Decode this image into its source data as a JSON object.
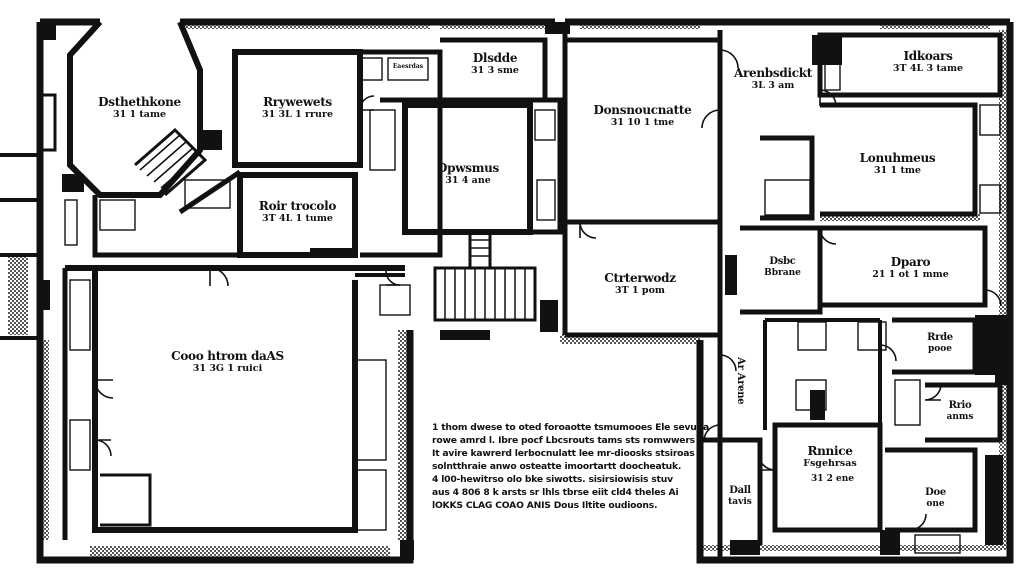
{
  "colors": {
    "wall": "#111111",
    "hatch": "#6b6b6b",
    "paper": "#ffffff"
  },
  "rooms": [
    {
      "id": "r1",
      "name": "Dsthethkone",
      "dims": "31 1 tame"
    },
    {
      "id": "r2",
      "name": "Rrywewets",
      "dims": "31 3L 1 rrure"
    },
    {
      "id": "r3",
      "name": "Dlsdde",
      "dims": "31 3 sme"
    },
    {
      "id": "r4",
      "name": "Donsnoucnatte",
      "dims": "31 10 1 tme"
    },
    {
      "id": "r5",
      "name": "Arenbsdickt",
      "dims": "3L 3 am"
    },
    {
      "id": "r6",
      "name": "Idkoars",
      "dims": "3T 4L 3 tame"
    },
    {
      "id": "r7",
      "name": "Dpwsmus",
      "dims": "31 4 ane"
    },
    {
      "id": "r8",
      "name": "Lonuhmeus",
      "dims": "31 1 tme"
    },
    {
      "id": "r9",
      "name": "Roir trocolo",
      "dims": "3T 4L 1 tume"
    },
    {
      "id": "r10",
      "name": "Ctrterwodz",
      "dims": "3T 1 pom"
    },
    {
      "id": "r11",
      "name": "Dsbc",
      "dims": "Bbrane"
    },
    {
      "id": "r12",
      "name": "Dparo",
      "dims": "21 1 ot 1 mme"
    },
    {
      "id": "r13",
      "name": "Cooo htrom daAS",
      "dims": "31 3G 1 ruici"
    },
    {
      "id": "r14",
      "name": "Rrde",
      "dims": "pooe"
    },
    {
      "id": "r15",
      "name": "Rrio",
      "dims": "anms"
    },
    {
      "id": "r16",
      "name": "Rnnice",
      "dims": "Fsgehrsas"
    },
    {
      "id": "r17",
      "name": "31 2 ene",
      "dims": ""
    },
    {
      "id": "r18",
      "name": "Dall",
      "dims": "tavis"
    },
    {
      "id": "r19",
      "name": "Doe",
      "dims": "one"
    },
    {
      "id": "r20",
      "name": "Ar Arene",
      "dims": ""
    },
    {
      "id": "r21",
      "name": "Eaesrdas",
      "dims": ""
    }
  ],
  "notes": [
    "1 thom dwese to oted foroaotte tsmumooes Ele sevuna",
    "rowe amrd l. Ibre pocf Lbcsrouts tams sts romwwers",
    "It avire kawrerd lerbocnulatt lee mr-dioosks stsiroas",
    "solntthraie anwo osteatte imoortartt doocheatuk.",
    "4 l00-hewitrso olo bke siwotts. sisirsiowisis stuv",
    "aus 4 806 8 k arsts sr lhls tbrse eiit cld4 theles Ai",
    "lOKKS CLAG COAO ANIS Dous Iltite oudioons."
  ]
}
